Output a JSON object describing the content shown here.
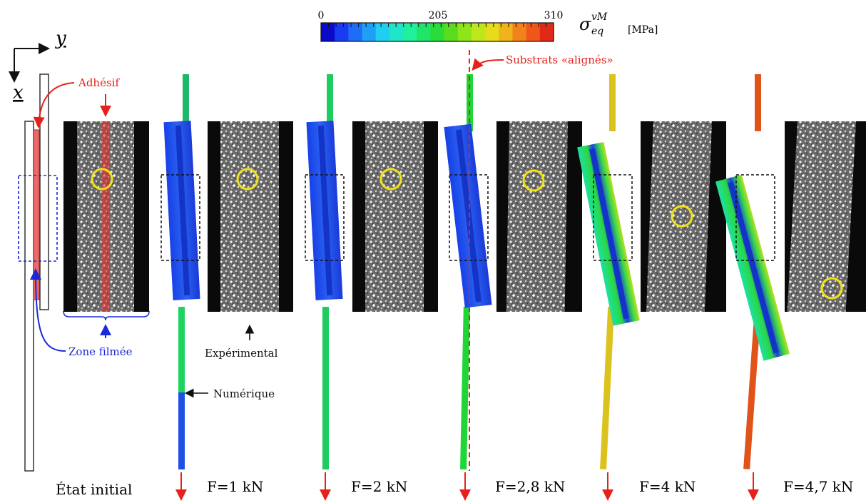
{
  "colorbar": {
    "ticks": [
      "0",
      "205",
      "310"
    ],
    "symbol": "σ",
    "superscript": "vM",
    "subscript": "eq",
    "unit": "[MPa]",
    "colors": [
      "#0a0ac8",
      "#1a3cf0",
      "#1f6cf6",
      "#1fa0f6",
      "#1fcef0",
      "#1fe6c8",
      "#1ff09a",
      "#1ee66a",
      "#28dc3a",
      "#5adc1e",
      "#8ce61a",
      "#bee61a",
      "#e6dc1a",
      "#f0b41a",
      "#f0841a",
      "#f0561a",
      "#e02a18"
    ]
  },
  "axes": {
    "y": "y",
    "x": "x"
  },
  "annotations": {
    "adhesive": "Adhésif",
    "filmed_zone": "Zone filmée",
    "experimental": "Expérimental",
    "numerical": "Numérique",
    "aligned": "Substrats «alignés»"
  },
  "states": [
    {
      "label": "État initial"
    },
    {
      "label": "F=1 kN",
      "stress_color": "#1fb86a"
    },
    {
      "label": "F=2 kN",
      "stress_color": "#20cc60"
    },
    {
      "label": "F=2,8 kN",
      "stress_color": "#1ed636"
    },
    {
      "label": "F=4 kN",
      "stress_color": "#dcc21c"
    },
    {
      "label": "F=4,7 kN",
      "stress_color": "#e0541a"
    }
  ]
}
